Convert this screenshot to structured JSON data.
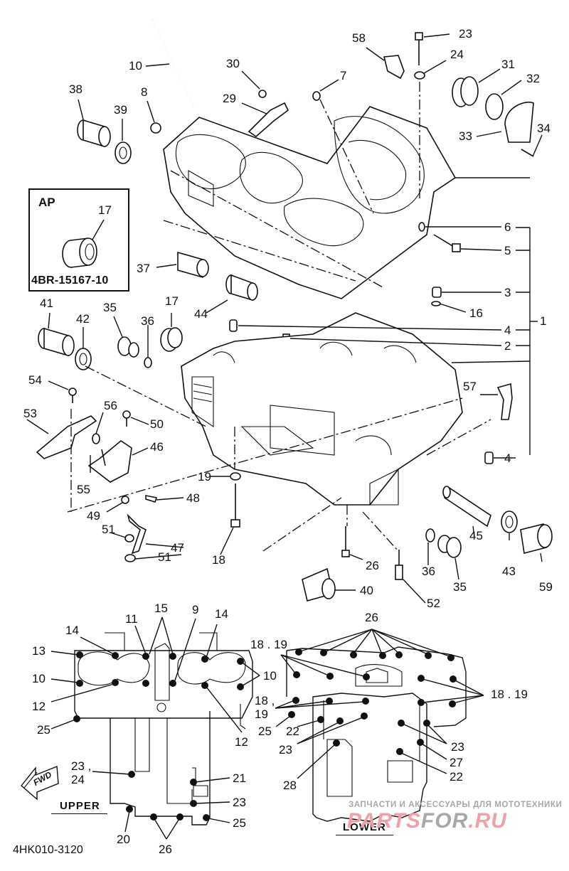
{
  "diagram": {
    "title": "Crankcase",
    "code": "4HK010-3120",
    "inset": {
      "title": "AP",
      "part_label": "17",
      "part_number": "4BR-15167-10"
    },
    "views": {
      "upper": "UPPER",
      "lower": "LOWER",
      "forward": "FWD"
    },
    "watermark": {
      "tagline": "ЗАПЧАСТИ И АКСЕССУАРЫ ДЛЯ МОТОТЕХНИКИ",
      "brand_part1": "PARTS",
      "brand_part2": "FOR",
      "brand_part3": ".RU"
    },
    "callouts": [
      {
        "id": "c10a",
        "text": "10"
      },
      {
        "id": "c30",
        "text": "30"
      },
      {
        "id": "c29",
        "text": "29"
      },
      {
        "id": "c38",
        "text": "38"
      },
      {
        "id": "c39",
        "text": "39"
      },
      {
        "id": "c8",
        "text": "8"
      },
      {
        "id": "c7",
        "text": "7"
      },
      {
        "id": "c58",
        "text": "58"
      },
      {
        "id": "c23a",
        "text": "23"
      },
      {
        "id": "c24a",
        "text": "24"
      },
      {
        "id": "c31",
        "text": "31"
      },
      {
        "id": "c32",
        "text": "32"
      },
      {
        "id": "c33",
        "text": "33"
      },
      {
        "id": "c34",
        "text": "34"
      },
      {
        "id": "c6",
        "text": "6"
      },
      {
        "id": "c5",
        "text": "5"
      },
      {
        "id": "c3",
        "text": "3"
      },
      {
        "id": "c16",
        "text": "16"
      },
      {
        "id": "c1",
        "text": "1"
      },
      {
        "id": "c4a",
        "text": "4"
      },
      {
        "id": "c2",
        "text": "2"
      },
      {
        "id": "c57",
        "text": "57"
      },
      {
        "id": "c4b",
        "text": "4"
      },
      {
        "id": "c37",
        "text": "37"
      },
      {
        "id": "c44",
        "text": "44"
      },
      {
        "id": "c17",
        "text": "17"
      },
      {
        "id": "c41",
        "text": "41"
      },
      {
        "id": "c42",
        "text": "42"
      },
      {
        "id": "c35a",
        "text": "35"
      },
      {
        "id": "c36a",
        "text": "36"
      },
      {
        "id": "c54",
        "text": "54"
      },
      {
        "id": "c53",
        "text": "53"
      },
      {
        "id": "c56",
        "text": "56"
      },
      {
        "id": "c50",
        "text": "50"
      },
      {
        "id": "c46",
        "text": "46"
      },
      {
        "id": "c55",
        "text": "55"
      },
      {
        "id": "c48",
        "text": "48"
      },
      {
        "id": "c49",
        "text": "49"
      },
      {
        "id": "c51a",
        "text": "51"
      },
      {
        "id": "c47",
        "text": "47"
      },
      {
        "id": "c51b",
        "text": "51"
      },
      {
        "id": "c19",
        "text": "19"
      },
      {
        "id": "c18",
        "text": "18"
      },
      {
        "id": "c26a",
        "text": "26"
      },
      {
        "id": "c40",
        "text": "40"
      },
      {
        "id": "c52",
        "text": "52"
      },
      {
        "id": "c36b",
        "text": "36"
      },
      {
        "id": "c35b",
        "text": "35"
      },
      {
        "id": "c45",
        "text": "45"
      },
      {
        "id": "c43",
        "text": "43"
      },
      {
        "id": "c59",
        "text": "59"
      }
    ],
    "upper_callouts": [
      {
        "id": "u14a",
        "text": "14"
      },
      {
        "id": "u11",
        "text": "11"
      },
      {
        "id": "u15",
        "text": "15"
      },
      {
        "id": "u9",
        "text": "9"
      },
      {
        "id": "u14b",
        "text": "14"
      },
      {
        "id": "u13",
        "text": "13"
      },
      {
        "id": "u10a",
        "text": "10"
      },
      {
        "id": "u10b",
        "text": "10"
      },
      {
        "id": "u12a",
        "text": "12"
      },
      {
        "id": "u12b",
        "text": "12"
      },
      {
        "id": "u25a",
        "text": "25"
      },
      {
        "id": "u23_24",
        "text": "23 ,\n24"
      },
      {
        "id": "u21",
        "text": "21"
      },
      {
        "id": "u23",
        "text": "23"
      },
      {
        "id": "u25b",
        "text": "25"
      },
      {
        "id": "u20",
        "text": "20"
      },
      {
        "id": "u26",
        "text": "26"
      }
    ],
    "lower_callouts": [
      {
        "id": "l26",
        "text": "26"
      },
      {
        "id": "l1819a",
        "text": "18 . 19"
      },
      {
        "id": "l1819b",
        "text": "18 . 19"
      },
      {
        "id": "l1819c",
        "text": "18 ,\n19"
      },
      {
        "id": "l25",
        "text": "25"
      },
      {
        "id": "l22a",
        "text": "22"
      },
      {
        "id": "l23a",
        "text": "23"
      },
      {
        "id": "l23b",
        "text": "23"
      },
      {
        "id": "l27",
        "text": "27"
      },
      {
        "id": "l22b",
        "text": "22"
      },
      {
        "id": "l28",
        "text": "28"
      }
    ]
  }
}
